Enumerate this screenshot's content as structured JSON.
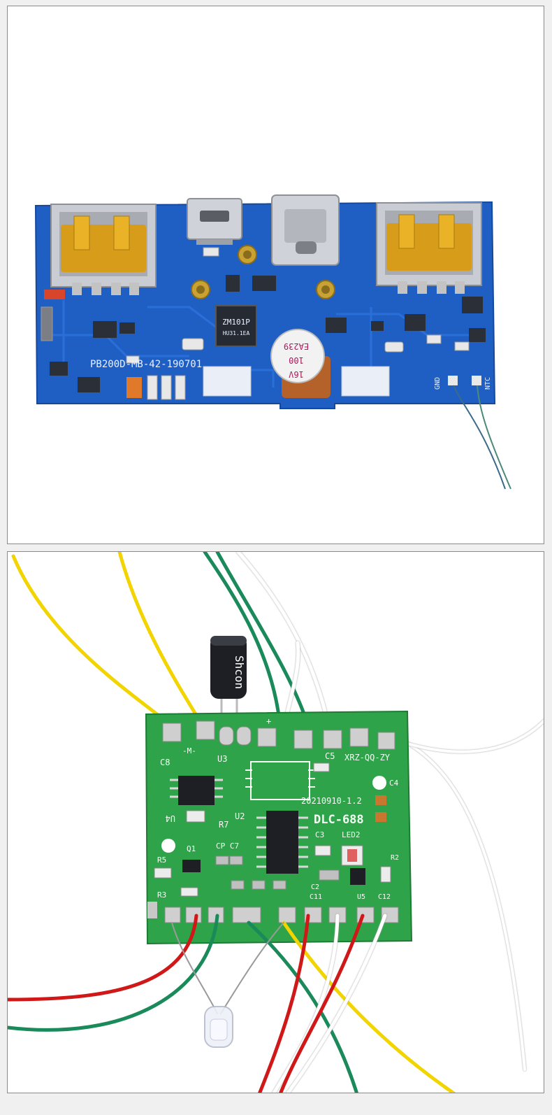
{
  "colors": {
    "background": "#f0f0f0",
    "panel": "#ffffff",
    "blue_pcb": "#1f5fc4",
    "green_pcb": "#2fa34a",
    "gold": "#d9a21a",
    "wire_yellow": "#f2d400",
    "wire_green": "#1a8a5a",
    "wire_red": "#d01818",
    "wire_white": "#ffffff"
  },
  "top_board": {
    "board_label": "PB200D-MB-42-190701",
    "chip_label_line1": "ZM101P",
    "chip_label_line2": "HU31.1EA",
    "capacitor_label_line1": "EA239",
    "capacitor_label_line2": "100",
    "capacitor_label_line3": "16V",
    "pad_gnd": "GND",
    "pad_ntc": "NTC"
  },
  "bottom_board": {
    "capacitor_brand": "Shcon",
    "model_label": "XRZ-QQ-ZY",
    "date_label": "20210910-1.2",
    "chip_label": "DLC-688",
    "labels": {
      "c8": "C8",
      "u3": "U3",
      "u4": "U4",
      "u2": "U2",
      "r7": "R7",
      "c5": "C5",
      "c4": "C4",
      "c3": "C3",
      "led2": "LED2",
      "q1": "Q1",
      "r5": "R5",
      "r3": "R3",
      "cp": "CP C7",
      "c2": "C2",
      "c11": "C11",
      "u5": "U5",
      "c12": "C12",
      "r2": "R2",
      "m": "-M-",
      "plus": "+"
    }
  },
  "icons": [
    "usb-a-port-icon",
    "micro-usb-port-icon",
    "usb-c-port-icon",
    "led-icon",
    "capacitor-icon"
  ]
}
